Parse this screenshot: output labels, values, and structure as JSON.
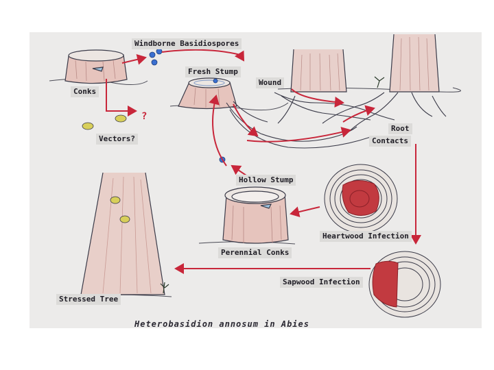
{
  "diagram": {
    "title": "Heterobasidion annosum in Abies",
    "labels": {
      "windborne_basidiospores": "Windborne Basidiospores",
      "fresh_stump": "Fresh Stump",
      "wound": "Wound",
      "conks": "Conks",
      "vectors": "Vectors?",
      "root_contacts_line1": "Root",
      "root_contacts_line2": "Contacts",
      "hollow_stump": "Hollow Stump",
      "heartwood_infection": "Heartwood Infection",
      "perennial_conks": "Perennial Conks",
      "sapwood_infection": "Sapwood Infection",
      "stressed_tree": "Stressed Tree",
      "unknown_mark": "?"
    }
  },
  "colors": {
    "arrow_red": "#c8263a",
    "ink": "#3a3a48",
    "infection_red": "#c23a40",
    "bark_pink": "#e3b5ae",
    "spore_blue": "#3a6fd0",
    "insect_yellow": "#d8cf5a"
  }
}
